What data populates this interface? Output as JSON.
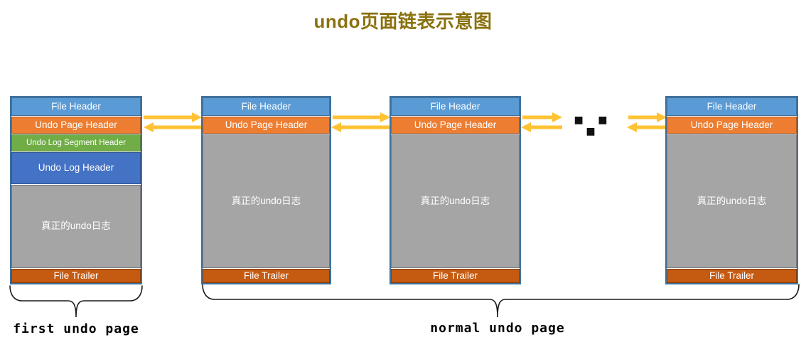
{
  "title": "undo页面链表示意图",
  "pages": [
    {
      "name": "first undo page",
      "sections": [
        {
          "label": "File Header"
        },
        {
          "label": "Undo Page Header"
        },
        {
          "label": "Undo Log Segment Header"
        },
        {
          "label": "Undo Log Header"
        },
        {
          "label": "真正的undo日志"
        },
        {
          "label": "File Trailer"
        }
      ]
    },
    {
      "name": "normal undo page",
      "sections": [
        {
          "label": "File Header"
        },
        {
          "label": "Undo Page Header"
        },
        {
          "label": "真正的undo日志"
        },
        {
          "label": "File Trailer"
        }
      ]
    },
    {
      "name": "normal undo page",
      "sections": [
        {
          "label": "File Header"
        },
        {
          "label": "Undo Page Header"
        },
        {
          "label": "真正的undo日志"
        },
        {
          "label": "File Trailer"
        }
      ]
    },
    {
      "name": "normal undo page",
      "sections": [
        {
          "label": "File Header"
        },
        {
          "label": "Undo Page Header"
        },
        {
          "label": "真正的undo日志"
        },
        {
          "label": "File Trailer"
        }
      ]
    }
  ],
  "ellipsis": "■ ■ ■",
  "groups": {
    "first_label": "first undo page",
    "normal_label": "normal undo page"
  },
  "colors": {
    "title": "#8a710e",
    "file_header": "#5B9BD5",
    "undo_page_header": "#ED7D31",
    "undo_log_segment_header": "#70AD47",
    "undo_log_header": "#4472C4",
    "undo_log_body": "#A5A5A5",
    "file_trailer": "#C55A11",
    "box_border": "#41719C",
    "arrow": "#FFC233",
    "brace": "#1a1a1a"
  }
}
